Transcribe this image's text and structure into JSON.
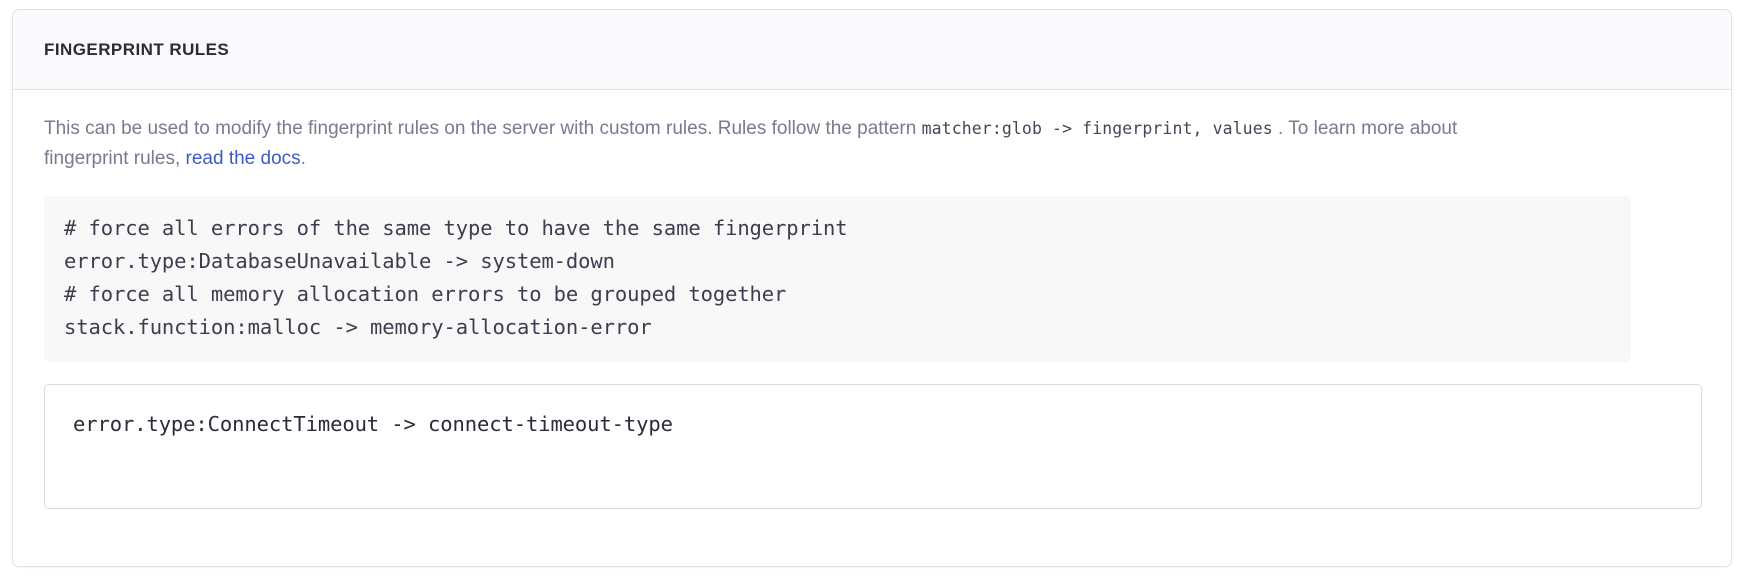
{
  "panel": {
    "title": "FINGERPRINT RULES",
    "description": {
      "segment_1": "This can be used to modify the fingerprint rules on the server with custom rules. Rules follow the pattern ",
      "code_1": "matcher:glob -> fingerprint, values",
      "segment_2": " . To learn more about fingerprint rules, ",
      "link_text": "read the docs",
      "segment_3": "."
    },
    "example_code": {
      "lines": [
        "# force all errors of the same type to have the same fingerprint",
        "error.type:DatabaseUnavailable -> system-down",
        "# force all memory allocation errors to be grouped together",
        "stack.function:malloc -> memory-allocation-error"
      ]
    },
    "rules_input": {
      "value": "error.type:ConnectTimeout -> connect-timeout-type",
      "placeholder": ""
    }
  },
  "colors": {
    "panel_border": "#e1e1e8",
    "header_background": "#faf9fb",
    "title_text": "#2f2936",
    "description_text": "#80768f",
    "inline_code_text": "#4d4158",
    "link": "#3c5cc4",
    "code_block_background": "#f8f8f9",
    "code_text": "#413b4d",
    "input_border": "#dcdae3",
    "input_text": "#2f2936"
  }
}
